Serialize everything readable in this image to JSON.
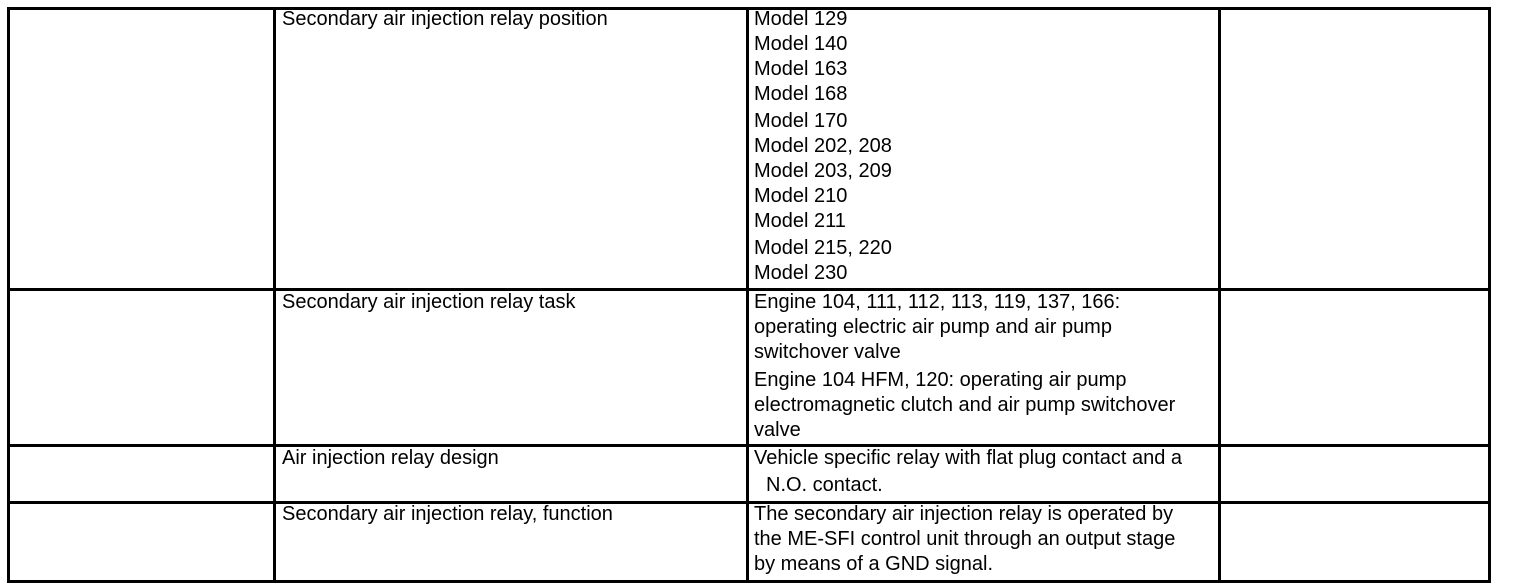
{
  "rows": [
    {
      "topic": "Secondary air injection relay position",
      "details": [
        "Model 129",
        "Model 140",
        "Model 163",
        "Model 168",
        "Model 170",
        "Model 202, 208",
        "Model 203, 209",
        "Model 210",
        "Model 211",
        "Model 215, 220",
        "Model 230"
      ]
    },
    {
      "topic": "Secondary air injection relay task",
      "details": [
        "Engine 104, 111, 112, 113, 119, 137, 166:",
        "operating electric air pump and air pump",
        "switchover valve",
        "Engine 104 HFM, 120: operating air pump",
        "electromagnetic clutch and air pump switchover",
        "valve"
      ]
    },
    {
      "topic": "Air injection relay design",
      "details": [
        "Vehicle specific relay with flat plug contact and a",
        "N.O. contact."
      ]
    },
    {
      "topic": "Secondary air injection relay, function",
      "details": [
        "The secondary air injection relay is operated by",
        "the ME-SFI control unit through an output stage",
        "by means of a GND signal."
      ]
    }
  ]
}
